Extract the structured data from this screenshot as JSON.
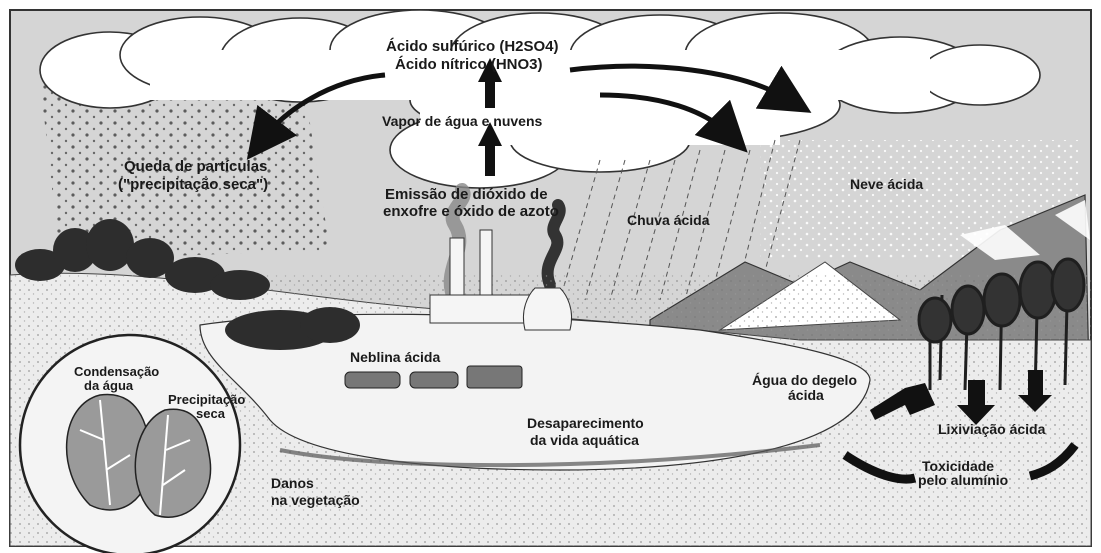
{
  "labels": {
    "acid_sulfuric": "Ácido sulfúrico (H2SO4)",
    "acid_nitric": "Ácido nítrico (HNO3)",
    "vapor": "Vapor de água e nuvens",
    "dry_fall_1": "Queda de partículas",
    "dry_fall_2": "(\"precipitação seca\")",
    "emission_1": "Emissão de dióxido de",
    "emission_2": "enxofre e óxido de azoto",
    "acid_rain": "Chuva ácida",
    "acid_snow": "Neve ácida",
    "acid_fog": "Neblina ácida",
    "meltwater_1": "Água do degelo",
    "meltwater_2": "ácida",
    "aquatic_1": "Desaparecimento",
    "aquatic_2": "da vida aquática",
    "leaching": "Lixiviação ácida",
    "toxicity_1": "Toxicidade",
    "toxicity_2": "pelo alumínio",
    "condensation_1": "Condensação",
    "condensation_2": "da água",
    "dry_prec_1": "Precipitação",
    "dry_prec_2": "seca",
    "veg_damage_1": "Danos",
    "veg_damage_2": "na vegetação"
  },
  "colors": {
    "sky": "#d9d9d9",
    "cloud": "#ffffff",
    "outline": "#222222",
    "mountain": "#7a7a7a",
    "ground": "#f2f2f2",
    "forest": "#2b2b2b"
  }
}
